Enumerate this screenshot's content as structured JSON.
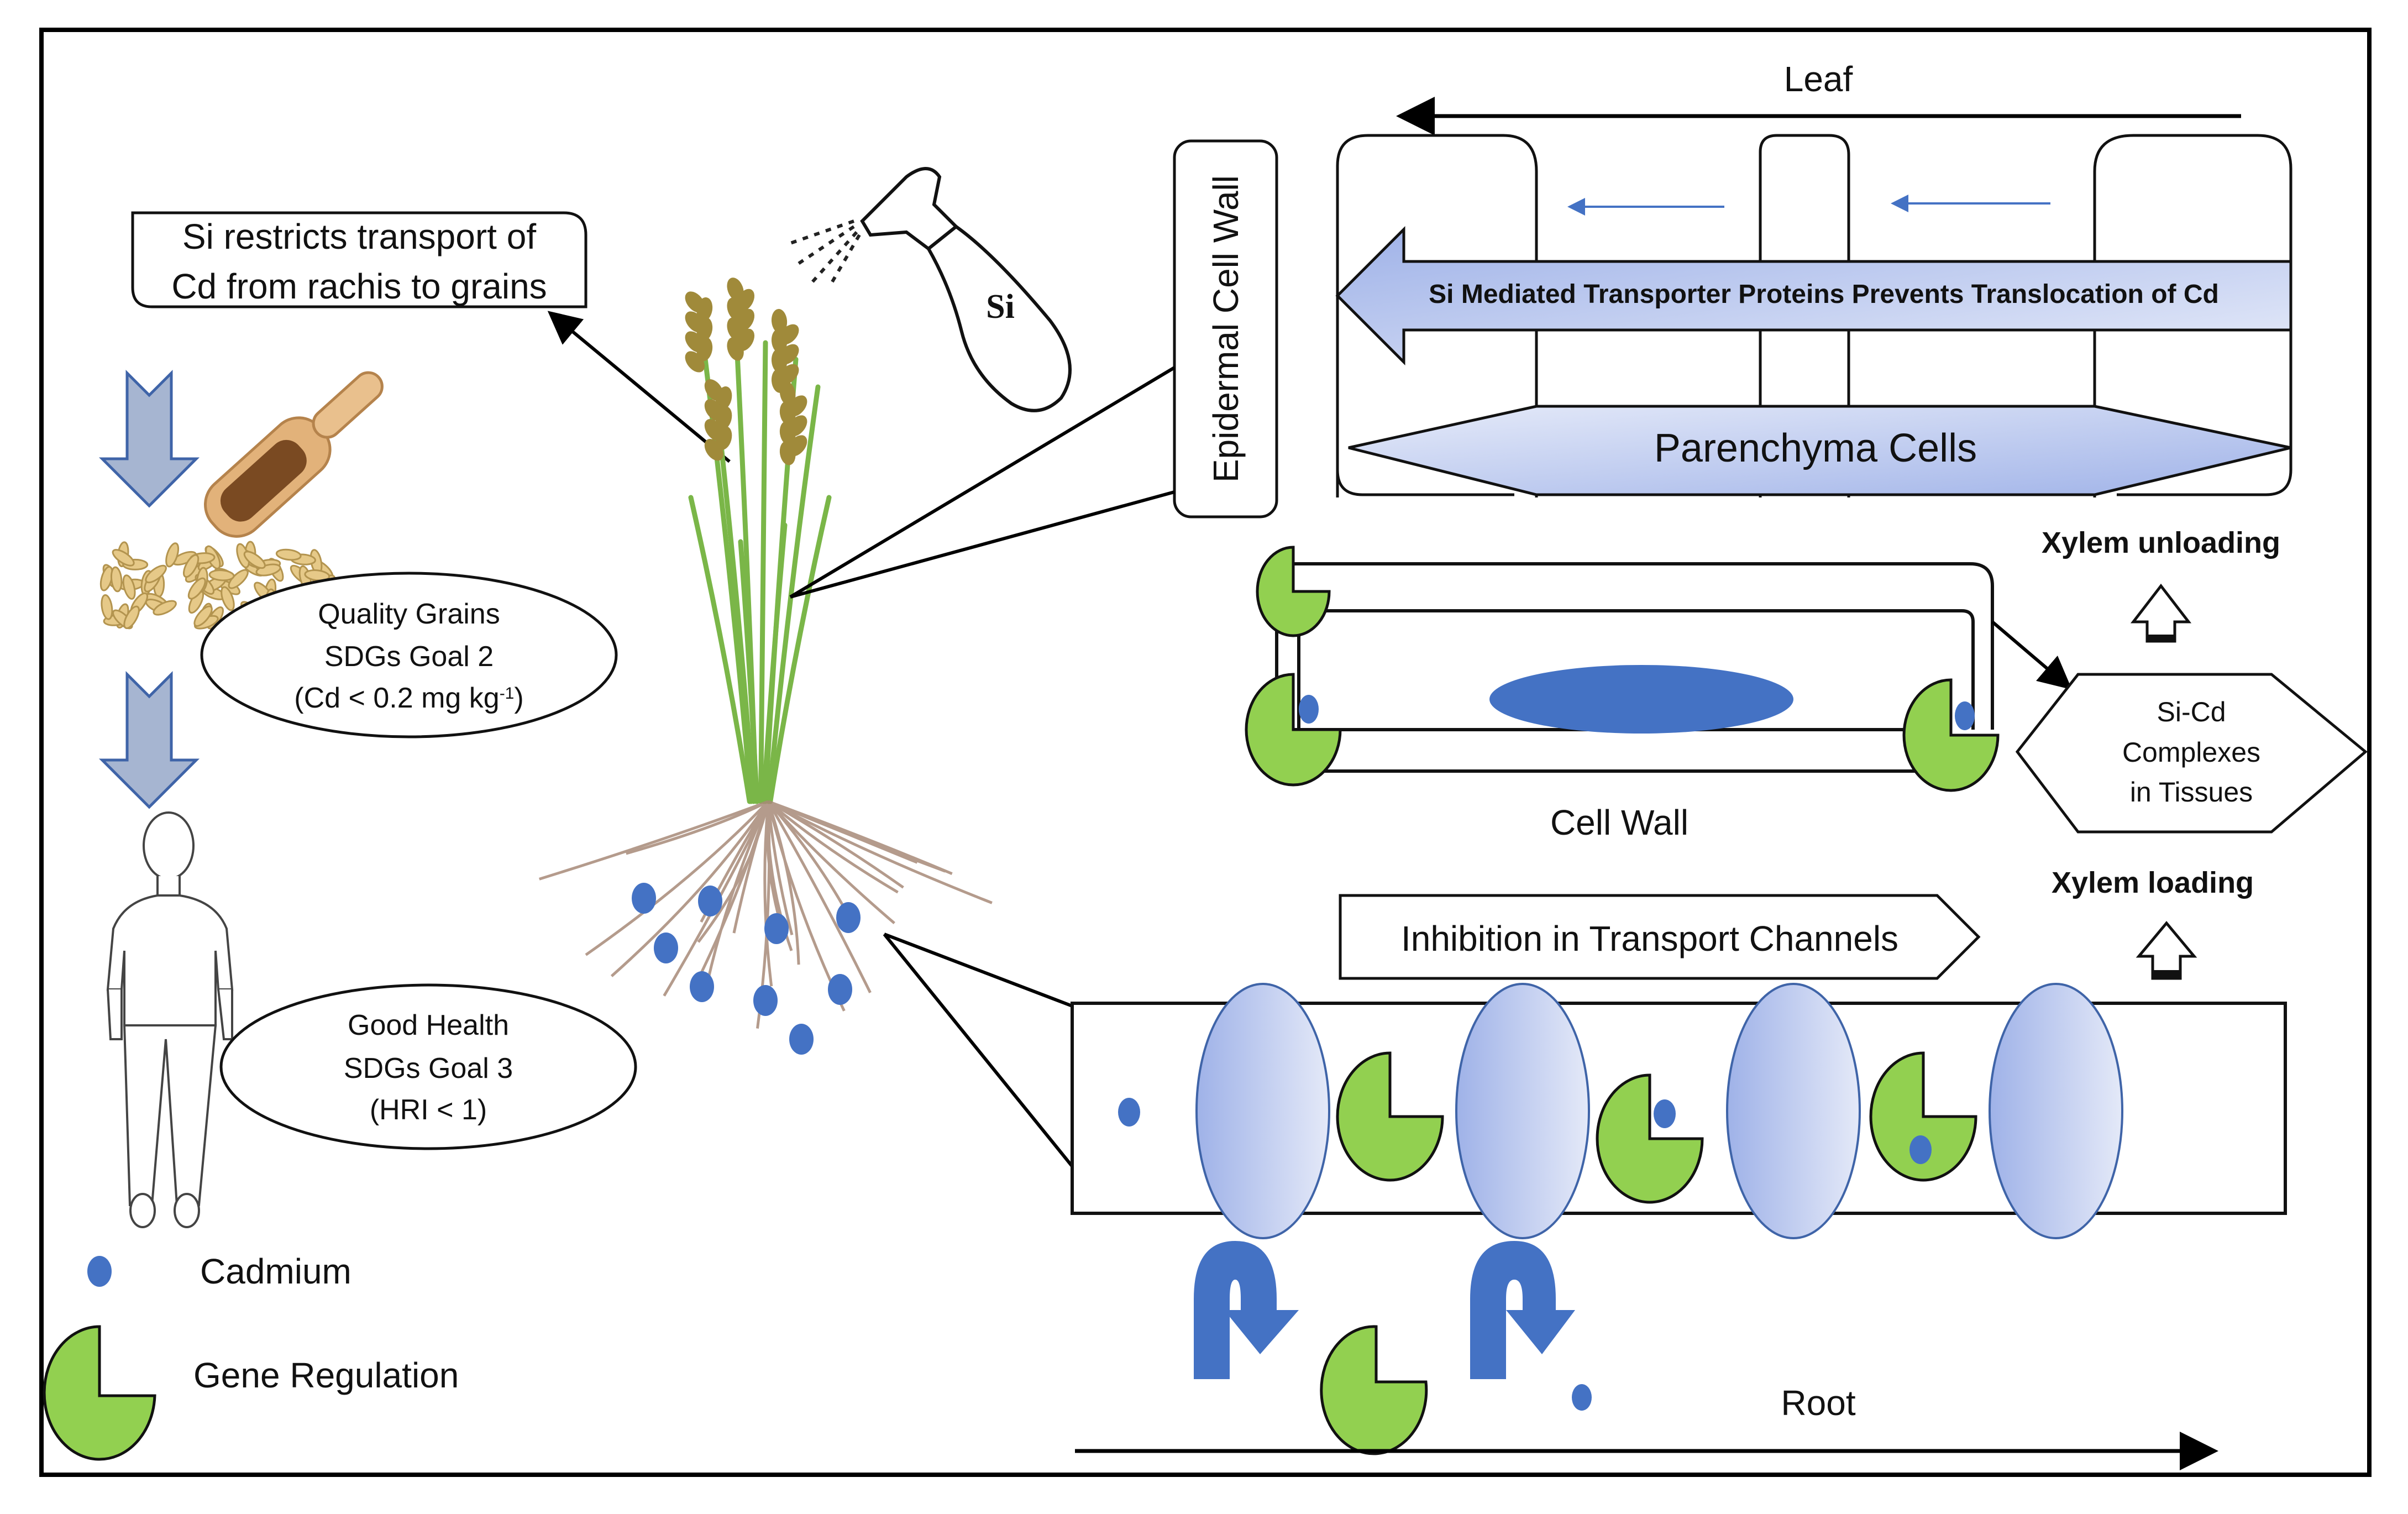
{
  "figure": {
    "top_callout": "Si restricts transport of|Cd from rachis to grains",
    "grains_ellipse": {
      "line1": "Quality Grains",
      "line2": "SDGs Goal 2",
      "line3": "(Cd < 0.2 mg kg",
      "sup": "-1",
      "line3_end": ")"
    },
    "health_ellipse": {
      "line1": "Good Health",
      "line2": "SDGs Goal 3",
      "line3": "(HRI < 1)"
    },
    "spray_label": "Si",
    "epidermal_label": "Epidermal Cell Wall",
    "leaf_label": "Leaf",
    "si_transport_arrow": "Si Mediated Transporter Proteins Prevents Translocation of Cd",
    "parenchyma_label": "Parenchyma Cells",
    "xylem_unloading": "Xylem unloading",
    "xylem_loading": "Xylem loading",
    "cell_wall_label": "Cell Wall",
    "complex_label": {
      "line1": "Si-Cd",
      "line2": "Complexes",
      "line3": "in Tissues"
    },
    "inhibition_label": "Inhibition in Transport Channels",
    "root_label": "Root"
  },
  "legend": {
    "cadmium": "Cadmium",
    "gene_regulation": "Gene Regulation"
  },
  "colors": {
    "cadmium": "#4472c4",
    "gene": "#92d050",
    "gray_arrow": "#a6b5d1",
    "gray_arrow_stroke": "#3f64a8",
    "channel_light": "#dfe5f7",
    "channel_dark": "#9fb2e8",
    "stem": "#7ab648",
    "panicle": "#a08a3a",
    "root": "#a88a78"
  }
}
